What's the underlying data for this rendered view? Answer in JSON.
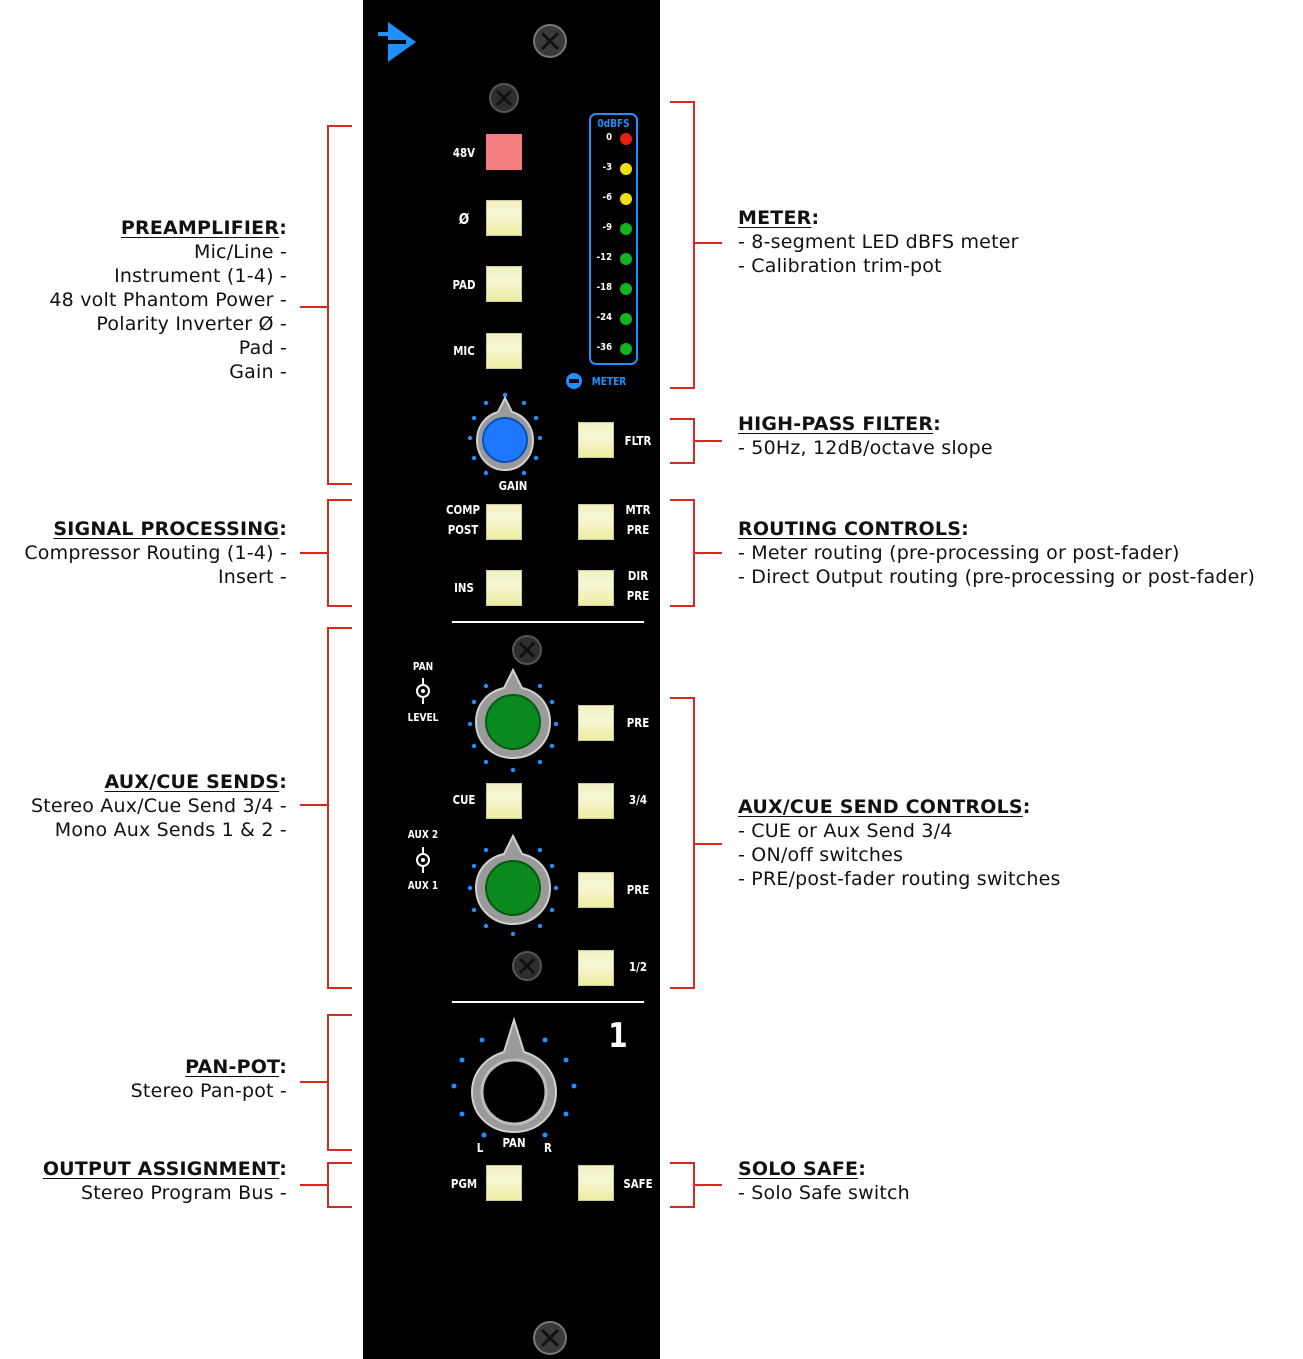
{
  "annotations": {
    "preamplifier": {
      "heading": "PREAMPLIFIER",
      "lines": [
        "Mic/Line -",
        "Instrument (1-4) -",
        "48 volt Phantom Power -",
        "Polarity Inverter Ø -",
        "Pad -",
        "Gain -"
      ]
    },
    "signal_processing": {
      "heading": "SIGNAL PROCESSING",
      "lines": [
        "Compressor Routing (1-4) -",
        "Insert -"
      ]
    },
    "aux_cue_sends": {
      "heading": "AUX/CUE SENDS",
      "lines": [
        "Stereo Aux/Cue Send 3/4 -",
        "Mono Aux Sends 1 & 2 -"
      ]
    },
    "pan_pot": {
      "heading": "PAN-POT",
      "lines": [
        "Stereo Pan-pot -"
      ]
    },
    "output_assignment": {
      "heading": "OUTPUT ASSIGNMENT",
      "lines": [
        "Stereo Program Bus -"
      ]
    },
    "meter": {
      "heading": "METER",
      "lines": [
        "- 8-segment LED dBFS meter",
        "- Calibration trim-pot"
      ]
    },
    "high_pass_filter": {
      "heading": "HIGH-PASS FILTER",
      "lines": [
        "- 50Hz, 12dB/octave slope"
      ]
    },
    "routing_controls": {
      "heading": "ROUTING CONTROLS",
      "lines": [
        "- Meter routing (pre-processing or post-fader)",
        "- Direct Output routing (pre-processing or post-fader)"
      ]
    },
    "aux_cue_send_controls": {
      "heading": "AUX/CUE SEND CONTROLS",
      "lines": [
        "- CUE or Aux Send 3/4",
        "- ON/off switches",
        "- PRE/post-fader routing switches"
      ]
    },
    "solo_safe": {
      "heading": "SOLO SAFE",
      "lines": [
        "- Solo Safe switch"
      ]
    }
  },
  "panel": {
    "buttons": {
      "v48": "48V",
      "phase": "Ø",
      "pad": "PAD",
      "mic": "MIC",
      "fltr": "FLTR",
      "comp": "COMP",
      "post": "POST",
      "mtr": "MTR",
      "pre": "PRE",
      "ins": "INS",
      "dir": "DIR",
      "pre2": "PRE",
      "aux_pre_top": "PRE",
      "cue": "CUE",
      "three_four": "3/4",
      "aux_pre_bottom": "PRE",
      "one_two": "1/2",
      "pgm": "PGM",
      "safe": "SAFE"
    },
    "knob_labels": {
      "gain": "GAIN",
      "pan_top": "PAN",
      "level": "LEVEL",
      "aux2": "AUX 2",
      "aux1": "AUX 1",
      "pan": "PAN",
      "left": "L",
      "right": "R"
    },
    "meter": {
      "title": "0dBFS",
      "trim_label": "METER",
      "scale": [
        "0",
        "-3",
        "-6",
        "-9",
        "-12",
        "-18",
        "-24",
        "-36"
      ],
      "led_colors": [
        "#e8200c",
        "#f2e10c",
        "#f2e10c",
        "#14b41e",
        "#14b41e",
        "#14b41e",
        "#14b41e",
        "#14b41e"
      ]
    },
    "channel_number": "1"
  },
  "colors": {
    "bracket": "#d42a20",
    "button_red": "#f47f7f",
    "gain_knob": "#1e78ff",
    "aux_knob": "#0a8a1e",
    "accent_blue": "#1e90ff",
    "panel": "#000000"
  },
  "icons": {
    "logo": "api-logo-icon",
    "screws": "screw-icon"
  }
}
